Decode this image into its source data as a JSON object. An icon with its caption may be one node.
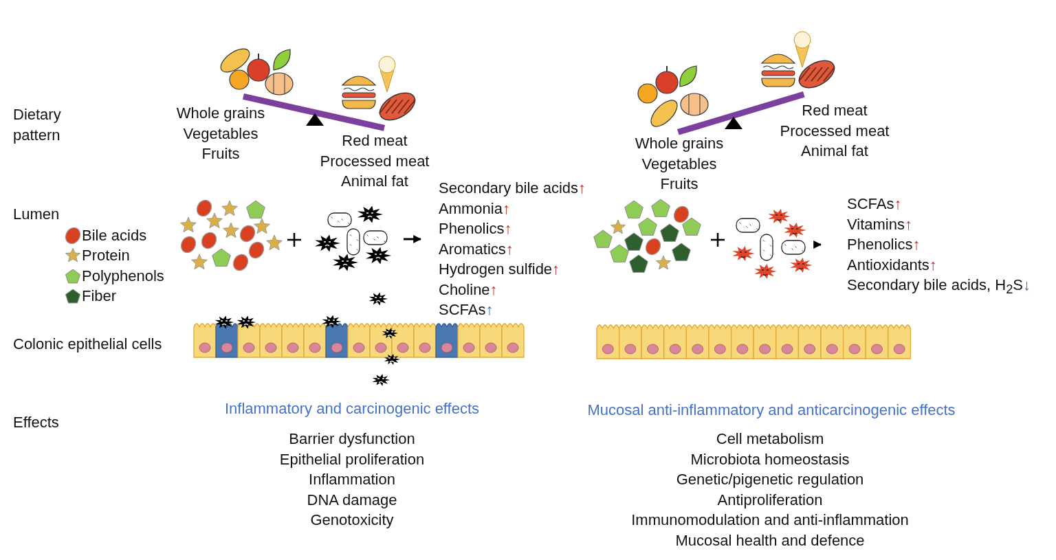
{
  "diagram": {
    "nodes": [
      {
        "text": [],
        "shape": "picture"
      },
      {
        "text": [
          "Secondary bile acids↑",
          "Ammonia↑",
          "Phenolics↑",
          "Aromatics↑",
          "Hydrogen sulfide↑",
          "Choline↑",
          "SCFAs↑"
        ]
      },
      {
        "text": [],
        "shape": "picture"
      },
      {
        "text": [
          "SCFAs↑",
          "Vitamins↑",
          "Phenolics↑",
          "Antioxidants↑",
          "Secondary bile acids, H$_{2}$S↓"
        ]
      }
    ],
    "edges": [
      {
        "from": 0,
        "to": 1,
        "arrow": "to"
      },
      {
        "from": 2,
        "to": 3,
        "arrow": "to"
      }
    ],
    "labels": [
      "Dietary pattern",
      "Whole grains",
      "Vegetables",
      "Fruits",
      "Red meat",
      "Processed meat",
      "Animal fat",
      "Red meat",
      "Processed meat",
      "Animal fat",
      "Whole grains",
      "Vegetables",
      "Fruits",
      "Lumen",
      "Colonic epithelial cells",
      "Effects",
      "Inflammatory and carcinogenic effects",
      "Mucosal anti-inflammatory and anticarcinogenic effects",
      "Barrier dysfunction",
      "Epithelial proliferation",
      "Inflammation",
      "DNA damage",
      "Genotoxicity",
      "Cell metabolism",
      "Microbiota homeostasis",
      "Genetic/pigenetic regulation",
      "Antiproliferation",
      "Immunomodulation and anti-inflammation",
      "Mucosal health and defence"
    ],
    "legend": [
      {
        "text": "Bile acids"
      },
      {
        "text": "Protein"
      },
      {
        "text": "Polyphenols"
      },
      {
        "text": "Fiber"
      }
    ]
  }
}
